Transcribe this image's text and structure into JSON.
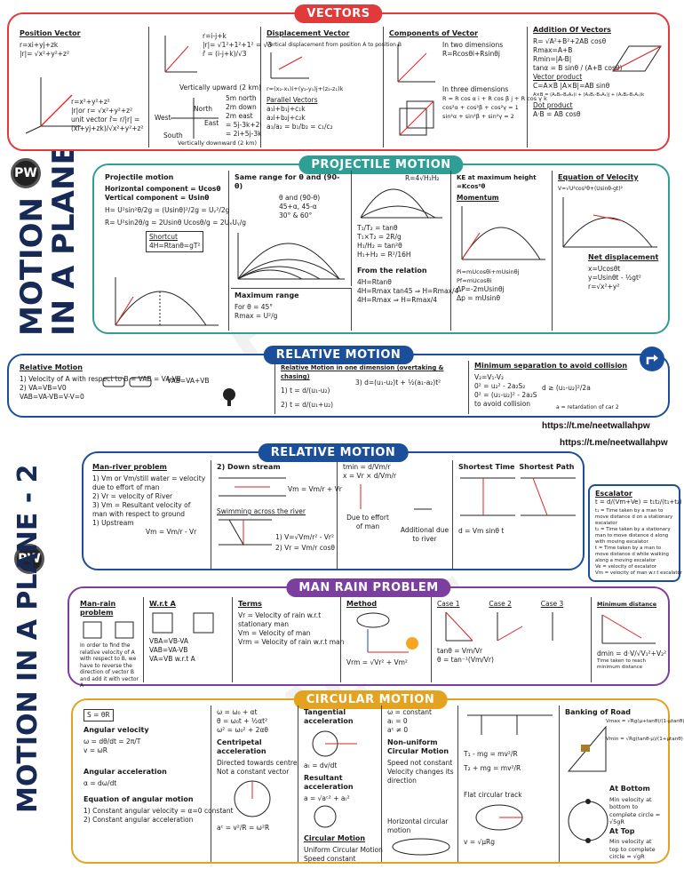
{
  "colors": {
    "vectors": "#e23a3a",
    "projectile": "#2f9e94",
    "relative": "#1b4f9c",
    "rain": "#7b3fa0",
    "circular": "#e3a320",
    "navy": "#172a55"
  },
  "side_titles": {
    "top_line1": "MOTION",
    "top_line2": "IN A PLANE",
    "bottom": "MOTION IN A PLANE - 2"
  },
  "logos": {
    "top": "PW",
    "bottom": "PW"
  },
  "urls": {
    "first": "https://t.me/neetwallahpw",
    "second": "https://t.me/neetwallahpw"
  },
  "vectors": {
    "title": "VECTORS",
    "position": {
      "title": "Position Vector",
      "lines": [
        "r=xi+yj+zk",
        "|r|= √x²+y²+z²",
        "r=x²+y²+z²",
        "|r|or r= √x²+y²+z²",
        "unit vector r̂= r/|r| = (xi+yj+zk)/√x²+y²+z²"
      ]
    },
    "magnitude": {
      "lines": [
        "r=i-j+k",
        "|r|= √1²+1²+1² = √3",
        "r̂ = (i-j+k)/√3",
        "Vertically upward (2 km)",
        "5m north",
        "2m down",
        "2m east",
        "= 5j-3k+2i",
        "= 2i+5j-3k",
        "West",
        "North",
        "East",
        "South",
        "Vertically downward (2 km)"
      ]
    },
    "displacement": {
      "title": "Displacement Vector",
      "lines": [
        "Vertical displacement from position A to position B",
        "r=(x₂-x₁)i+(y₂-y₁)j+(z₂-z₁)k",
        "Parallel Vectors",
        "a₁i+b₁j+c₁k",
        "a₂i+b₂j+c₂k",
        "a₁/a₂ = b₁/b₂ = c₁/c₂"
      ]
    },
    "components": {
      "title": "Components of Vector",
      "lines": [
        "In two dimensions",
        "R=Rcosθi+Rsinθj",
        "In three dimensions",
        "R = R cos α i + R cos β j + R cos γ k",
        "cos²α + cos²β + cos²γ = 1",
        "sin²α + sin²β + sin²γ = 2"
      ]
    },
    "addition": {
      "title": "Addition Of Vectors",
      "lines": [
        "R= √A²+B²+2AB cosθ",
        "Rmax=A+B",
        "Rmin=|A-B|",
        "tanα = B sinθ / (A+B cosθ)",
        "Vector product",
        "C=A×B   |A×B|=AB sinθ",
        "A×B = (A₂B₃-B₂A₃)i + (A₃B₁-B₃A₁)j + (A₁B₂-B₁A₂)k",
        "Dot product",
        "A·B = AB cosθ"
      ]
    }
  },
  "projectile": {
    "title": "PROJECTILE MOTION",
    "basics": {
      "title": "Projectile motion",
      "lines": [
        "Horizontal component = Ucosθ",
        "Vertical component = Usinθ",
        "H= U²sin²θ/2g = (Usinθ)²/2g = Uᵧ²/2g",
        "R= U²sin2θ/g = 2Usinθ Ucosθ/g = 2UₓUᵧ/g",
        "Shortcut",
        "4H=Rtanθ=gT²"
      ]
    },
    "same_range": {
      "title": "Same range for θ and (90-θ)",
      "lines": [
        "θ and (90-θ)",
        "45+α, 45-α",
        "30° & 60°",
        "R=4√H₁H₂",
        "T₁/T₂ = tanθ",
        "T₁×T₂ = 2R/g",
        "H₁/H₂ = tan²θ",
        "H₁+H₂ = R²/16H"
      ]
    },
    "max_range": {
      "title": "Maximum range",
      "lines": [
        "For θ = 45°",
        "Rmax = U²/g"
      ]
    },
    "relation": {
      "title": "From the relation",
      "lines": [
        "4H=Rtanθ",
        "4H=Rmax tan45 ⇒ H=Rmax/4",
        "4H=Rmax ⇒ H=Rmax/4"
      ]
    },
    "ke": {
      "title": "KE at maximum height =Kcos²θ",
      "lines": [
        "Momentum",
        "Pi=mUcosθi+mUsinθj",
        "Pf=mUcosθi",
        "ΔP=-2mUsinθj",
        "Δp = mUsinθ"
      ]
    },
    "velocity": {
      "title": "Equation of Velocity",
      "lines": [
        "V=√U²cos²θ+(Usinθ-gt)²",
        "Net displacement",
        "x=Ucosθt",
        "y=Usinθt - ½gt²",
        "r=√x²+y²"
      ]
    }
  },
  "relative1": {
    "title": "RELATIVE MOTION",
    "basic": {
      "title": "Relative Motion",
      "lines": [
        "1) Velocity of A with respect to B = VAB = VA-VB",
        "2) VA=VB=V0",
        "VAB=VA-VB=V-V=0",
        "VAB=VA+VB"
      ]
    },
    "one_dim": {
      "title": "Relative Motion in one dimension (overtaking & chasing)",
      "lines": [
        "1) t = d/(u₁-u₂)",
        "2) t = d/(u₁+u₂)",
        "3) d=(u₁-u₂)t + ½(a₁-a₂)t²"
      ]
    },
    "min_sep": {
      "title": "Minimum separation to avoid collision",
      "lines": [
        "V₂=V₁-V₂",
        "0² = u₂² - 2a₂S₂",
        "0² = (u₁-u₂)² - 2a₂S",
        "to avoid collision",
        "d ≥ (u₁-u₂)²/2a",
        "a = retardation of car 2"
      ]
    }
  },
  "relative2": {
    "title": "RELATIVE MOTION",
    "river": {
      "title": "Man-river problem",
      "lines": [
        "1) Vm or Vm/still water = velocity due to effort of man",
        "2) Vr = velocity of River",
        "3) Vm = Resultant velocity of man with respect to ground",
        "1) Upstream",
        "Vm = Vm/r - Vr"
      ]
    },
    "down": {
      "title": "2) Down stream",
      "lines": [
        "Vm = Vm/r + Vr",
        "Swimming across the river",
        "1) V=√Vm/r² - Vr²",
        "2) Vr = Vm/r cosθ"
      ]
    },
    "drift": {
      "title": "",
      "lines": [
        "tmin = d/Vm/r",
        "x = Vr × d/Vm/r",
        "Due to effort of man",
        "Additional due to river"
      ]
    },
    "shortest": {
      "title": "Shortest Time",
      "lines": [
        "Shortest Path",
        "d = Vm sinθ t"
      ]
    },
    "escalator": {
      "title": "Escalator",
      "lines": [
        "t = d/(Vm+Ve) = t₁t₂/(t₁+t₂)",
        "t₁ = Time taken by a man to move distance d on a stationary escalator",
        "t₂ = Time taken by a stationary man to move distance d along with moving escalator",
        "t = Time taken by a man to move distance d while walking along a moving escalator",
        "Ve = velocity of escalator",
        "Vm = velocity of man w.r.t escalator"
      ]
    }
  },
  "rain": {
    "title": "MAN RAIN PROBLEM",
    "intro": {
      "title": "Man-rain problem",
      "lines": [
        "In order to find the relative velocity of A with respect to B, we have to reverse the direction of vector B and add it with vector A"
      ]
    },
    "wrt": {
      "title": "W.r.t A",
      "lines": [
        "VBA=VB-VA",
        "VAB=VA-VB",
        "VA=VB w.r.t A"
      ]
    },
    "terms": {
      "title": "Terms",
      "lines": [
        "Vr = Velocity of rain w.r.t stationary man",
        "Vm = Velocity of man",
        "Vrm = Velocity of rain w.r.t man"
      ]
    },
    "method": {
      "title": "Method",
      "lines": [
        "Vrm = √Vr² + Vm²"
      ]
    },
    "cases": {
      "title": "Case 1",
      "lines": [
        "Case 1",
        "Case 2",
        "Case 3",
        "tanθ = Vm/Vr",
        "θ = tan⁻¹(Vm/Vr)"
      ]
    },
    "minimum": {
      "title": "Minimum distance",
      "lines": [
        "dmin = d·V/√V₁²+V₂²",
        "Time taken to reach minimum distance"
      ]
    }
  },
  "circular": {
    "title": "CIRCULAR MOTION",
    "angular": {
      "title": "Angular velocity",
      "lines": [
        "S = θR",
        "ω = dθ/dt = 2π/T",
        "v = ωR",
        "Angular acceleration",
        "α = dω/dt",
        "Equation of angular motion",
        "1) Constant angular velocity = α=0 constant",
        "2) Constant angular acceleration"
      ]
    },
    "centri": {
      "title": "Centripetal acceleration",
      "lines": [
        "ω = ω₀ + αt",
        "θ = ω₀t + ½αt²",
        "ω² = ω₀² + 2αθ",
        "Directed towards centre",
        "Not a constant vector",
        "aᶜ = v²/R = ω²R"
      ]
    },
    "tangential": {
      "title": "Tangential acceleration",
      "lines": [
        "aₜ = dv/dt",
        "Resultant acceleration",
        "a = √aᶜ² + aₜ²",
        "Circular Motion",
        "Uniform Circular Motion",
        "Speed constant"
      ]
    },
    "nonuniform": {
      "title": "Non-uniform Circular Motion",
      "lines": [
        "ω = constant",
        "aₜ = 0",
        "aᶜ ≠ 0",
        "Speed not constant",
        "Velocity changes its direction",
        "Horizontal circular motion"
      ]
    },
    "vertical": {
      "title": "",
      "lines": [
        "T₁ - mg = mv²/R",
        "T₂ + mg = mv²/R",
        "Flat circular track",
        "v = √μRg"
      ]
    },
    "banking": {
      "title": "Banking of Road",
      "lines": [
        "Vmax = √Rg(μ+tanθ)/(1-μtanθ)",
        "Vmin = √Rg(tanθ-μ)/(1+μtanθ)",
        "At Bottom",
        "Min velocity at bottom to complete circle = √5gR",
        "At Top",
        "Min velocity at top to complete circle = √gR"
      ]
    }
  }
}
